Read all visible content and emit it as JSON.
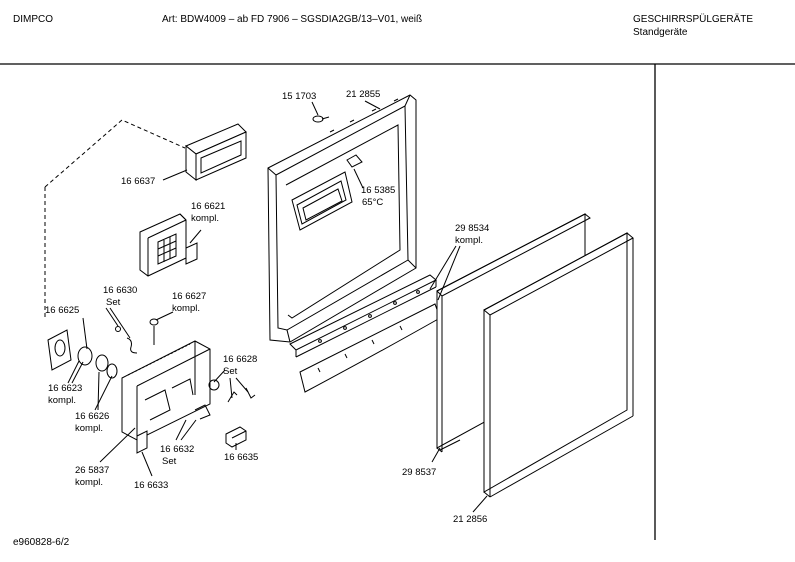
{
  "header": {
    "brand": "DIMPCO",
    "article": "Art: BDW4009 – ab FD 7906 – SGSDIA2GB/13–V01, weiß",
    "category": "GESCHIRRSPÜLGERÄTE",
    "subcategory": "Standgeräte"
  },
  "footer": {
    "code": "e960828-6/2"
  },
  "parts": {
    "p151703": "15 1703",
    "p212855": "21 2855",
    "p166637": "16 6637",
    "p165385": "16 5385",
    "p165385_note": "65°C",
    "p166621": "16 6621",
    "p166621_note": "kompl.",
    "p298534": "29 8534",
    "p298534_note": "kompl.",
    "p166630": "16 6630",
    "p166630_note": "Set",
    "p166627": "16 6627",
    "p166627_note": "kompl.",
    "p166625": "16 6625",
    "p166628": "16 6628",
    "p166628_note": "Set",
    "p166623": "16 6623",
    "p166623_note": "kompl.",
    "p166626": "16 6626",
    "p166626_note": "kompl.",
    "p166632": "16 6632",
    "p166632_note": "Set",
    "p166635": "16 6635",
    "p265837": "26 5837",
    "p265837_note": "kompl.",
    "p166633": "16 6633",
    "p298537": "29 8537",
    "p212856": "21 2856"
  }
}
